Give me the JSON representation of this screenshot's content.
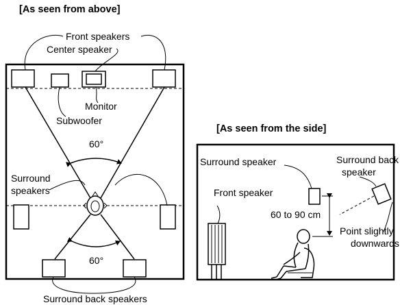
{
  "top_view": {
    "title": "[As seen from above]",
    "labels": {
      "front_speakers": "Front speakers",
      "center_speaker": "Center speaker",
      "monitor": "Monitor",
      "subwoofer": "Subwoofer",
      "angle_front": "60°",
      "surround_speakers_line1": "Surround",
      "surround_speakers_line2": "speakers",
      "angle_back": "60°",
      "surround_back_speakers": "Surround back speakers"
    }
  },
  "side_view": {
    "title": "[As seen from the side]",
    "labels": {
      "surround_speaker": "Surround speaker",
      "surround_back_line1": "Surround back",
      "surround_back_line2": "speaker",
      "front_speaker": "Front speaker",
      "height_range": "60 to 90 cm",
      "point_line1": "Point slightly",
      "point_line2": "downwards"
    }
  }
}
